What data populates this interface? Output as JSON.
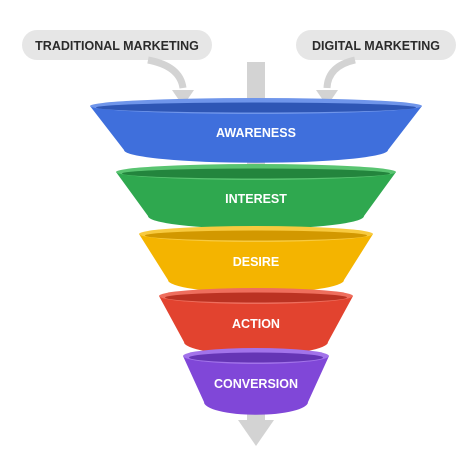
{
  "inputs": {
    "left": "TRADITIONAL MARKETING",
    "right": "DIGITAL MARKETING"
  },
  "stages": [
    {
      "label": "AWARENESS",
      "color": "#3f6fdc",
      "dark": "#2e56b5",
      "light": "#6f95ea"
    },
    {
      "label": "INTEREST",
      "color": "#2fa84f",
      "dark": "#23853d",
      "light": "#59c471"
    },
    {
      "label": "DESIRE",
      "color": "#f4b400",
      "dark": "#d29800",
      "light": "#f8ca3e"
    },
    {
      "label": "ACTION",
      "color": "#e2432f",
      "dark": "#bb3222",
      "light": "#ee6e5d"
    },
    {
      "label": "CONVERSION",
      "color": "#8047d8",
      "dark": "#6535b5",
      "light": "#a273ea"
    }
  ],
  "colors": {
    "callout_bg": "#e6e6e6",
    "arrow": "#d3d3d3"
  }
}
